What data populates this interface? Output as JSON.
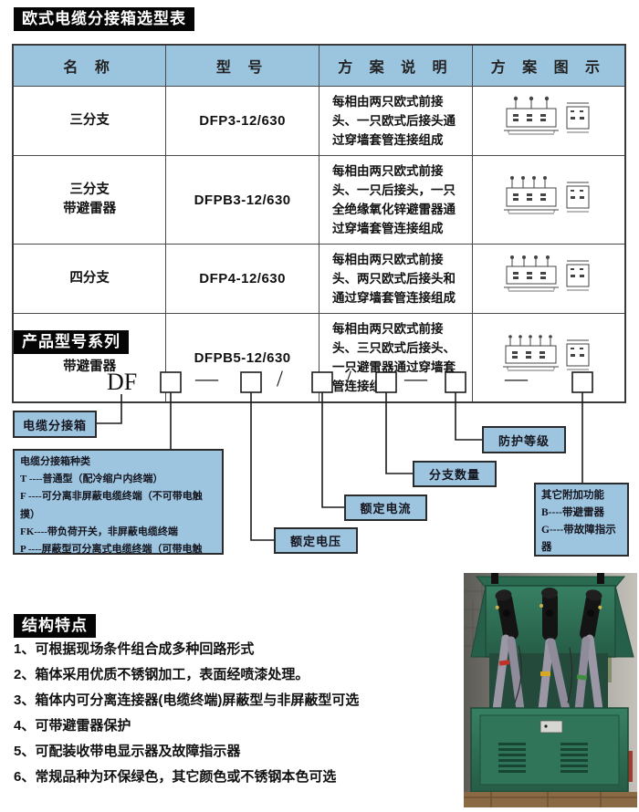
{
  "colors": {
    "table_header_blue": "#9bc4de",
    "label_box_blue": "#9dc5df",
    "title_bar_black": "#050505",
    "cabinet_green": "#2e7358"
  },
  "sections": {
    "selection_table_title": "欧式电缆分接箱选型表",
    "model_series_title": "产品型号系列",
    "features_title": "结构特点"
  },
  "table": {
    "headers": [
      "名 称",
      "型 号",
      "方 案 说 明",
      "方 案 图 示"
    ],
    "rows": [
      {
        "name": "三分支",
        "model": "DFP3-12/630",
        "desc": "每相由两只欧式前接头、一只欧式后接头通过穿墙套管连接组成"
      },
      {
        "name": "三分支\n带避雷器",
        "model": "DFPB3-12/630",
        "desc": "每相由两只欧式前接头、一只后接头，一只全绝缘氧化锌避雷器通过穿墙套管连接组成"
      },
      {
        "name": "四分支",
        "model": "DFP4-12/630",
        "desc": "每相由两只欧式前接头、两只欧式后接头和通过穿墙套管连接组成"
      },
      {
        "name": "五分支\n带避雷器",
        "model": "DFPB5-12/630",
        "desc": "每相由两只欧式前接头、三只欧式后接头、一只避雷器通过穿墙套管连接组成"
      }
    ]
  },
  "model_diagram": {
    "prefix": "DF",
    "separators": [
      "—",
      "/",
      "/",
      "—",
      "—"
    ],
    "labels": {
      "box": "电缆分接箱",
      "kind": "电缆分接箱种类\nT ----普通型（配冷缩户内终端）\nF ----可分离非屏蔽电缆终端（不可带电触摸）\nFK----带负荷开关，非屏蔽电缆终端\nP ----屏蔽型可分离式电缆终端（可带电触摸）\nPX----带负荷开关，屏蔽型电缆终端",
      "voltage": "额定电压",
      "current": "额定电流",
      "branches": "分支数量",
      "protection": "防护等级",
      "extra": "其它附加功能\nB----带避雷器\nG----带故障指示器\nX----有带电显示器"
    }
  },
  "features": {
    "items": [
      "1、可根据现场条件组合成多种回路形式",
      "2、箱体采用优质不锈钢加工，表面经喷漆处理。",
      "3、箱体内可分离连接器(电缆终端)屏蔽型与非屏蔽型可选",
      "4、可带避雷器保护",
      "5、可配装收带电显示器及故障指示器",
      "6、常规品种为环保绿色，其它颜色或不锈钢本色可选"
    ]
  }
}
